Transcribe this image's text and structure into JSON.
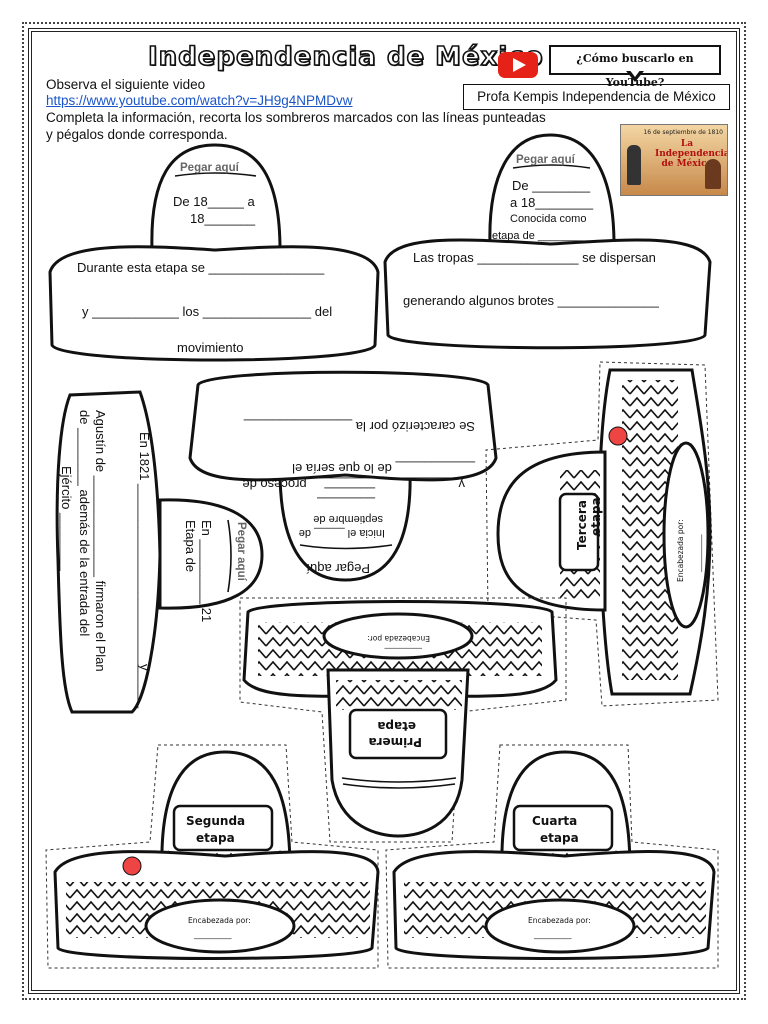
{
  "header": {
    "title": "Independencia de México",
    "callout": "¿Cómo buscarlo en YouTube?",
    "search_text": "Profa Kempis Independencia de México"
  },
  "instructions": {
    "line1": "Observa el siguiente video",
    "link": "https://www.youtube.com/watch?v=JH9g4NPMDvw",
    "line2": "Completa la información, recorta los sombreros marcados con las líneas punteadas",
    "line3": "y pégalos donde corresponda."
  },
  "thumbnail": {
    "date": "16 de septiembre de 1810",
    "title": "La Independencia de México"
  },
  "hats": {
    "peg": "Pegar aquí",
    "hat1": {
      "l1": "De 18_____ a",
      "l2": "18_______",
      "l3": "Durante esta etapa se ________________",
      "l4": "y ____________ los _______________ del",
      "l5": "movimiento"
    },
    "hat2": {
      "l1": "De ________",
      "l2": "a 18________",
      "l3": "Conocida como",
      "l4": "etapa de __________",
      "l5": "Las tropas ______________ se dispersan",
      "l6": "generando algunos brotes ______________"
    },
    "hat3": {
      "l1": "En 1821 _______________________________",
      "l2": "Agustín de ______________ firmaron el Plan",
      "l3": "de ________ además de la entrada del",
      "l4": "Ejército ________",
      "l5": "y",
      "l6": "En ____",
      "l7": "Etapa de",
      "l8": "_____ 21"
    },
    "hat4": {
      "l1": "y ____________________ proceso de",
      "l2": "___________ de lo que sería el",
      "l3": "Se caracterizó por la _______________",
      "l4": "_______",
      "l5": "Inicia el _____ de",
      "l6": "septiembre de",
      "l7": "________"
    }
  },
  "cutouts": {
    "encabezada": "Encabezada por:",
    "blank": "__________",
    "primera": [
      "Primera",
      "etapa"
    ],
    "segunda": [
      "Segunda",
      "etapa"
    ],
    "tercera": [
      "Tercera",
      "etapa"
    ],
    "cuarta": [
      "Cuarta",
      "etapa"
    ]
  }
}
